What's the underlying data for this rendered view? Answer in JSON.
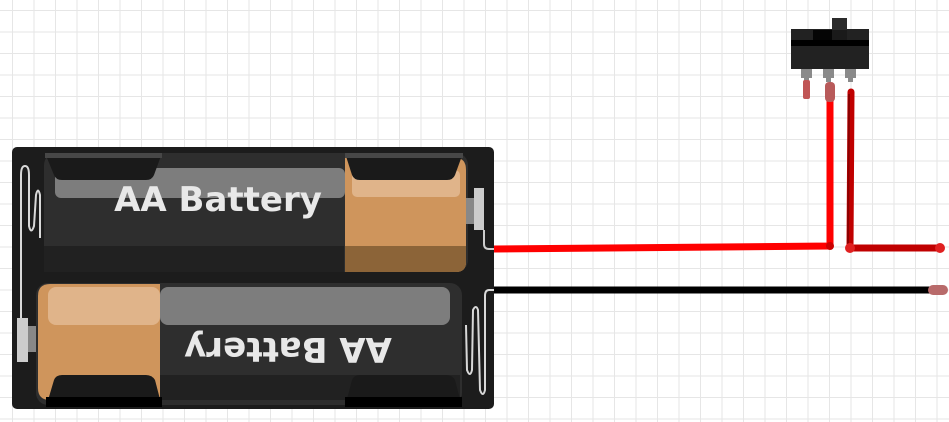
{
  "canvas": {
    "background": "#ffffff",
    "grid_color": "#e6e6e6"
  },
  "components": {
    "battery_holder": {
      "name": "2x AA Battery Holder",
      "body_color": "#1c1c1c",
      "batteries": [
        {
          "label": "AA Battery",
          "orientation": "normal",
          "cap_color": "#cf955c"
        },
        {
          "label": "AA Battery",
          "orientation": "rotated-180",
          "cap_color": "#cf955c"
        }
      ]
    },
    "slide_switch": {
      "name": "Slide Switch",
      "body_color": "#1f1f1f",
      "pins": 3
    }
  },
  "wires": [
    {
      "name": "red-wire-battery-to-switch",
      "color": "#ff0000"
    },
    {
      "name": "red-wire-switch-to-output",
      "color": "#c00000"
    },
    {
      "name": "black-wire-ground",
      "color": "#000000"
    }
  ]
}
